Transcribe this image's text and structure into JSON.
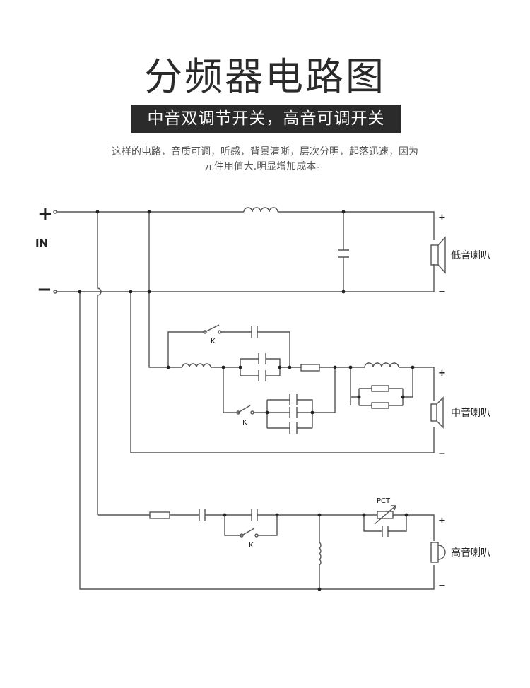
{
  "title": "分频器电路图",
  "subtitle": "中音双调节开关，高音可调开关",
  "description": {
    "line1": "这样的电路，音质可调，听感，背景清晰，层次分明，起落迅速，因为",
    "line2": "元件用值大.明显增加成本。"
  },
  "diagram": {
    "input_plus": "+",
    "input_label": "IN",
    "input_minus": "−",
    "switch_label": "K",
    "pct_label": "PCT",
    "outputs": [
      {
        "name": "低音喇叭",
        "plus": "+",
        "minus": "−"
      },
      {
        "name": "中音喇叭",
        "plus": "+",
        "minus": "−"
      },
      {
        "name": "高音喇叭",
        "plus": "+",
        "minus": "−"
      }
    ]
  }
}
